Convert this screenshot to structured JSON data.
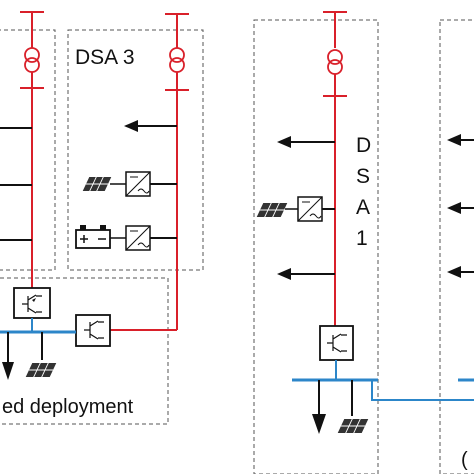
{
  "colors": {
    "feeder": "#d9202a",
    "dc_bus": "#2c86c9",
    "ink": "#111111",
    "dash": "#555555"
  },
  "labels": {
    "dsa3": "DSA 3",
    "dsa1_letters": [
      "D",
      "S",
      "A",
      "1"
    ],
    "deployment": "ed deployment",
    "partial_caption": "("
  },
  "icons": [
    "transformer-icon",
    "load-arrow-icon",
    "pv-panel-icon",
    "battery-icon",
    "dc-ac-converter-icon",
    "power-converter-icon",
    "ground-load-icon"
  ]
}
